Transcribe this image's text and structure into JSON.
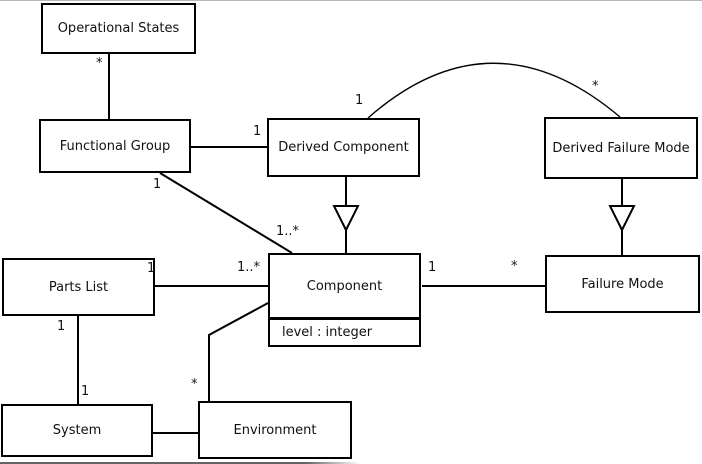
{
  "diagram": {
    "type": "uml-class-diagram",
    "classes": {
      "operational_states": {
        "name": "Operational States"
      },
      "functional_group": {
        "name": "Functional Group"
      },
      "derived_component": {
        "name": "Derived Component"
      },
      "derived_failure_mode": {
        "name": "Derived Failure Mode"
      },
      "parts_list": {
        "name": "Parts List"
      },
      "component": {
        "name": "Component",
        "attributes": [
          "level : integer"
        ]
      },
      "failure_mode": {
        "name": "Failure Mode"
      },
      "system": {
        "name": "System"
      },
      "environment": {
        "name": "Environment"
      }
    },
    "labels": {
      "op_states_star": "*",
      "fg_dc_one": "1",
      "fg_comp_one": "1",
      "fg_comp_many": "1..*",
      "dc_dfm_one": "1",
      "dc_dfm_star": "*",
      "pl_comp_one": "1",
      "pl_comp_many": "1..*",
      "comp_fm_one": "1",
      "comp_fm_star": "*",
      "pl_sys_one_top": "1",
      "pl_sys_one_bottom": "1",
      "comp_env_star": "*"
    },
    "colors": {
      "line": "#000000",
      "box_fill": "#ffffff",
      "background": "#ffffff"
    }
  }
}
